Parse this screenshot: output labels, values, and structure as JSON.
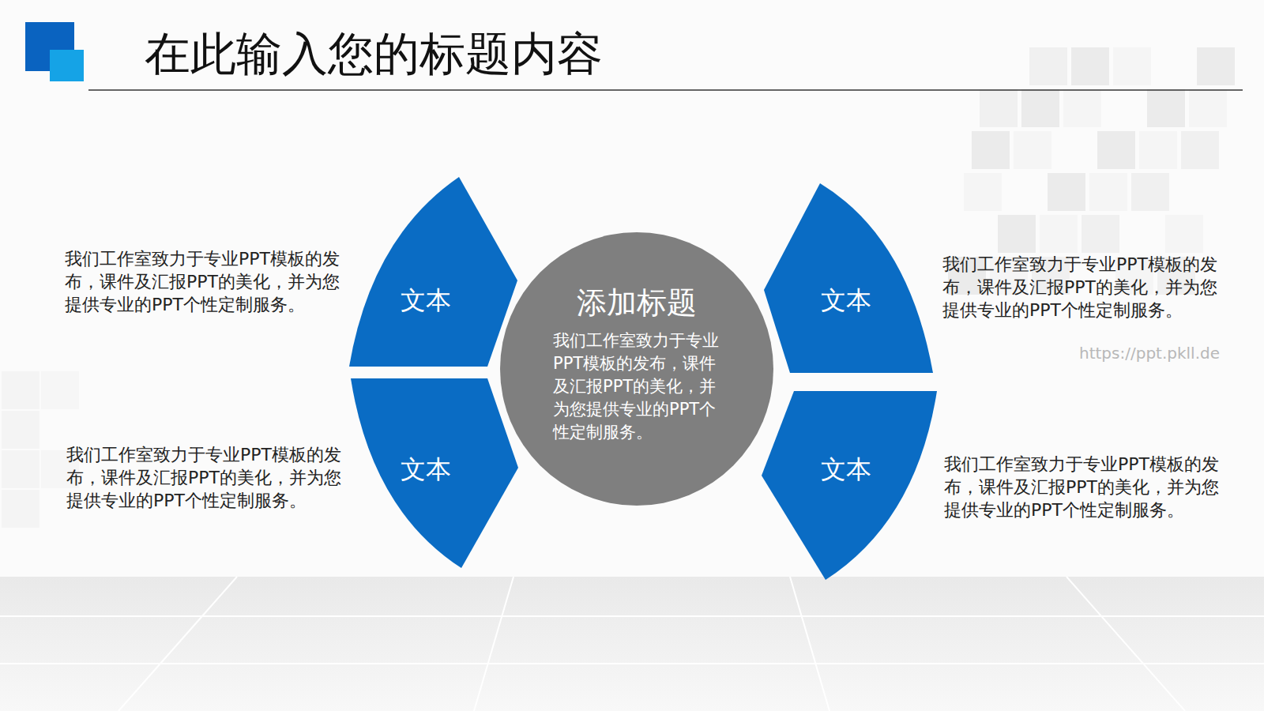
{
  "diagram": {
    "title": "在此输入您的标题内容",
    "nodes": [
      {
        "text": [
          "文本"
        ]
      },
      {
        "text": [
          "文本"
        ]
      },
      {
        "text": [
          "添加标题",
          "我们工作室致力于专业PPT模板的发布，课件及汇报PPT的美化，并为您提供专业的PPT个性定制服务。"
        ]
      },
      {
        "text": [
          "文本"
        ]
      },
      {
        "text": [
          "文本"
        ]
      }
    ],
    "labels": [
      "我们工作室致力于专业PPT模板的发布，课件及汇报PPT的美化，并为您提供专业的PPT个性定制服务。",
      "我们工作室致力于专业PPT模板的发布，课件及汇报PPT的美化，并为您提供专业的PPT个性定制服务。",
      "我们工作室致力于专业PPT模板的发布，课件及汇报PPT的美化，并为您提供专业的PPT个性定制服务。",
      "我们工作室致力于专业PPT模板的发布，课件及汇报PPT的美化，并为您提供专业的PPT个性定制服务。",
      "https://ppt.pkll.de"
    ]
  }
}
